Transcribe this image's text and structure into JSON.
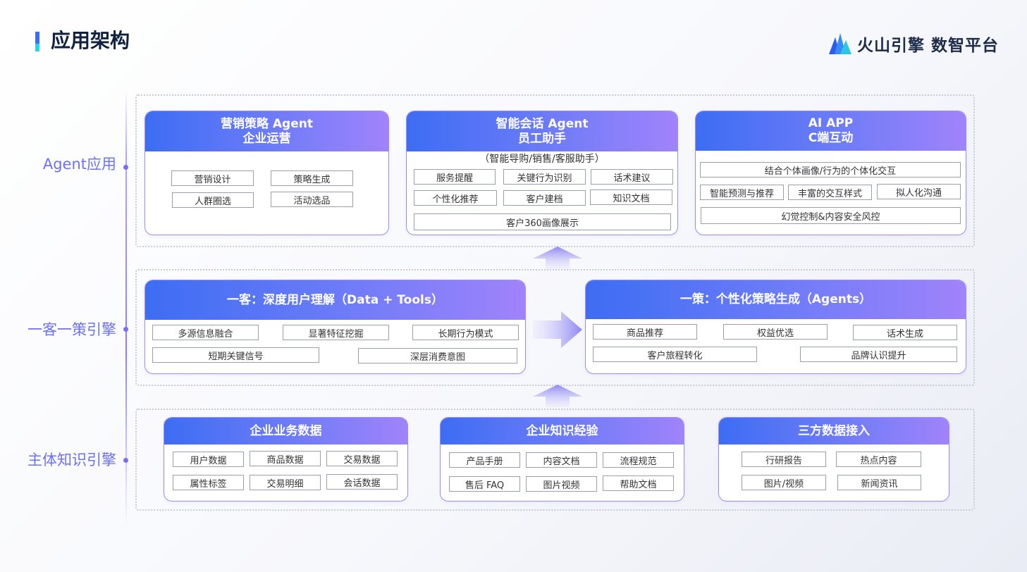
{
  "header": {
    "title": "应用架构",
    "brand": "火山引擎 数智平台",
    "brand_icon": "volcano-logo-icon",
    "accent": "#3a6cf5"
  },
  "layers": {
    "agent": "Agent应用",
    "engine": "一客一策引擎",
    "knowledge": "主体知识引擎"
  },
  "agent_cards": {
    "marketing": {
      "title1": "营销策略 Agent",
      "title2": "企业运营",
      "items": [
        "营销设计",
        "策略生成",
        "人群圈选",
        "活动选品"
      ]
    },
    "chat": {
      "title1": "智能会话 Agent",
      "title2": "员工助手",
      "subtitle": "（智能导购/销售/客服助手）",
      "items": [
        "服务提醒",
        "关键行为识别",
        "话术建议",
        "个性化推荐",
        "客户建档",
        "知识文档",
        "客户360画像展示"
      ]
    },
    "app": {
      "title1": "AI APP",
      "title2": "C端互动",
      "items": [
        "结合个体画像/行为的个体化交互",
        "智能预测与推荐",
        "丰富的交互样式",
        "拟人化沟通",
        "幻觉控制&内容安全风控"
      ]
    }
  },
  "engine_cards": {
    "customer": {
      "title": "一客：深度用户理解（Data + Tools）",
      "items": [
        "多源信息融合",
        "显著特征挖掘",
        "长期行为模式",
        "短期关键信号",
        "深层消费意图"
      ]
    },
    "strategy": {
      "title": "一策：个性化策略生成（Agents）",
      "items": [
        "商品推荐",
        "权益优选",
        "话术生成",
        "客户旅程转化",
        "品牌认识提升"
      ]
    }
  },
  "knowledge_cards": {
    "business": {
      "title": "企业业务数据",
      "items": [
        "用户数据",
        "商品数据",
        "交易数据",
        "属性标签",
        "交易明细",
        "会话数据"
      ]
    },
    "experience": {
      "title": "企业知识经验",
      "items": [
        "产品手册",
        "内容文档",
        "流程规范",
        "售后 FAQ",
        "图片视频",
        "帮助文档"
      ]
    },
    "thirdparty": {
      "title": "三方数据接入",
      "items": [
        "行研报告",
        "热点内容",
        "图片/视频",
        "新闻资讯"
      ]
    }
  },
  "arrows": [
    "arrow-up-icon",
    "arrow-right-icon"
  ]
}
